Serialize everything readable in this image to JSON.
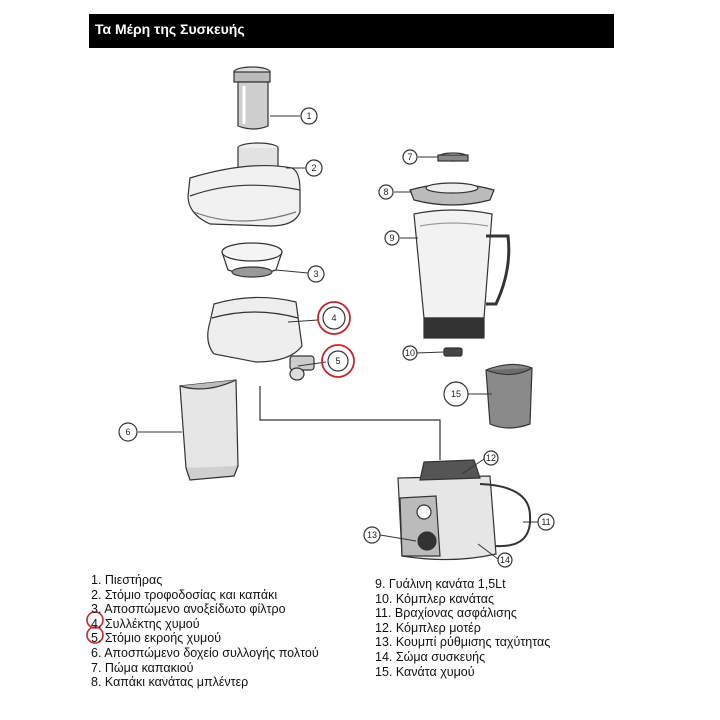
{
  "header": {
    "title": "Τα Μέρη της Συσκευής"
  },
  "callouts": [
    "1",
    "2",
    "3",
    "4",
    "5",
    "6",
    "7",
    "8",
    "9",
    "10",
    "11",
    "12",
    "13",
    "14",
    "15"
  ],
  "legend_left": [
    "1. Πιεστήρας",
    "2. Στόμιο τροφοδοσίας και καπάκι",
    "3. Αποσπώμενο ανοξείδωτο φίλτρο",
    "4. Συλλέκτης χυμού",
    "5. Στόμιο εκροής χυμού",
    "6. Αποσπώμενο δοχείο συλλογής πολτού",
    "7. Πώμα καπακιού",
    "8. Καπάκι κανάτας μπλέντερ"
  ],
  "legend_right": [
    "9. Γυάλινη κανάτα 1,5Lt",
    "10. Κόμπλερ κανάτας",
    "11. Βραχίονας ασφάλισης",
    "12. Κόμπλερ μοτέρ",
    "13. Κουμπί ρύθμισης ταχύτητας",
    "14. Σώμα συσκευής",
    "15. Κανάτα χυμού"
  ],
  "highlight_color": "#c0282e"
}
